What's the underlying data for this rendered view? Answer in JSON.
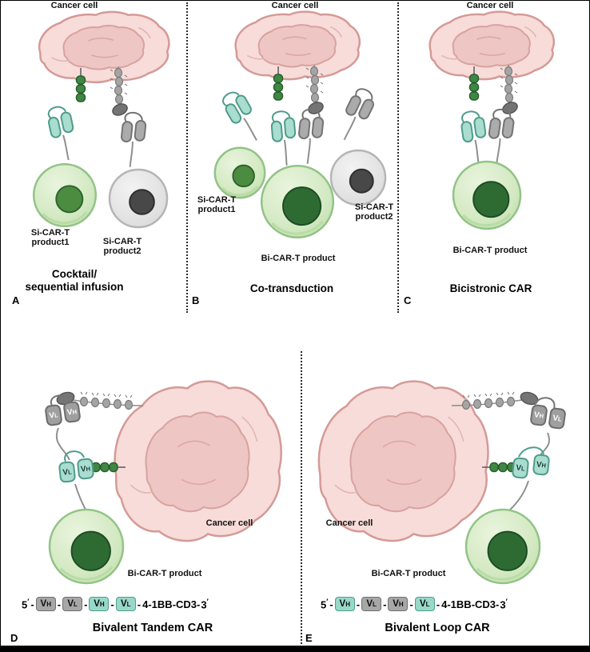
{
  "figure": {
    "colors": {
      "car_teal": "#a9ddd0",
      "car_teal_border": "#4f9c8b",
      "car_gray": "#ababab",
      "car_gray_border": "#747474",
      "t_cell_green": "#d3e9c2",
      "t_cell_nucleus_green": "#2e6b33",
      "t_cell_gray": "#e6e6e6",
      "t_cell_nucleus_gray": "#484848",
      "cancer_pink": "#f7dcd9",
      "cancer_pink_border": "#d49a97",
      "antigen_green": "#3f8743"
    },
    "panels": {
      "a": {
        "letter": "A",
        "cancer_label": "Cancer cell",
        "cell1_l1": "Si-CAR-T",
        "cell1_l2": "product1",
        "cell2_l1": "Si-CAR-T",
        "cell2_l2": "product2",
        "title1": "Cocktail/",
        "title2": "sequential infusion"
      },
      "b": {
        "letter": "B",
        "cancer_label": "Cancer cell",
        "cell1_l1": "Si-CAR-T",
        "cell1_l2": "product1",
        "cell2_l1": "Si-CAR-T",
        "cell2_l2": "product2",
        "cell3_label": "Bi-CAR-T product",
        "title": "Co-transduction"
      },
      "c": {
        "letter": "C",
        "cancer_label": "Cancer cell",
        "cell_label": "Bi-CAR-T product",
        "title": "Bicistronic CAR"
      },
      "d": {
        "letter": "D",
        "cancer_label": "Cancer cell",
        "cell_label": "Bi-CAR-T product",
        "title": "Bivalent Tandem CAR",
        "rec": {
          "g1v": "V",
          "g1s": "L",
          "g2v": "V",
          "g2s": "H",
          "t1v": "V",
          "t1s": "L",
          "t2v": "V",
          "t2s": "H"
        },
        "seq": {
          "p5": "5",
          "p5sup": "′",
          "dash": "-",
          "d1v": "V",
          "d1s": "H",
          "d2v": "V",
          "d2s": "L",
          "d3v": "V",
          "d3s": "H",
          "d4v": "V",
          "d4s": "L",
          "tail": "4-1BB-CD3-",
          "p3": "3",
          "p3sup": "′"
        }
      },
      "e": {
        "letter": "E",
        "cancer_label": "Cancer cell",
        "cell_label": "Bi-CAR-T product",
        "title": "Bivalent Loop CAR",
        "rec": {
          "g1v": "V",
          "g1s": "H",
          "g2v": "V",
          "g2s": "L",
          "t1v": "V",
          "t1s": "L",
          "t2v": "V",
          "t2s": "H"
        },
        "seq": {
          "p5": "5",
          "p5sup": "′",
          "dash": "-",
          "d1v": "V",
          "d1s": "H",
          "d2v": "V",
          "d2s": "L",
          "d3v": "V",
          "d3s": "H",
          "d4v": "V",
          "d4s": "L",
          "tail": "4-1BB-CD3-",
          "p3": "3",
          "p3sup": "′"
        }
      }
    }
  }
}
